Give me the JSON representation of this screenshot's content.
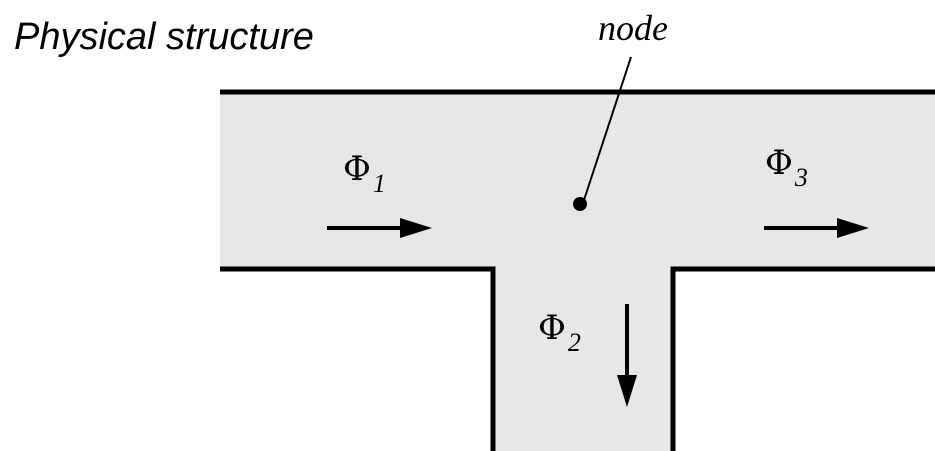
{
  "title": "Physical structure",
  "node_label": "node",
  "flux_symbol": "Φ",
  "fluxes": [
    {
      "subscript": "1"
    },
    {
      "subscript": "2"
    },
    {
      "subscript": "3"
    }
  ],
  "colors": {
    "pipe_fill": "#e6e7e8",
    "stroke": "#000000"
  }
}
